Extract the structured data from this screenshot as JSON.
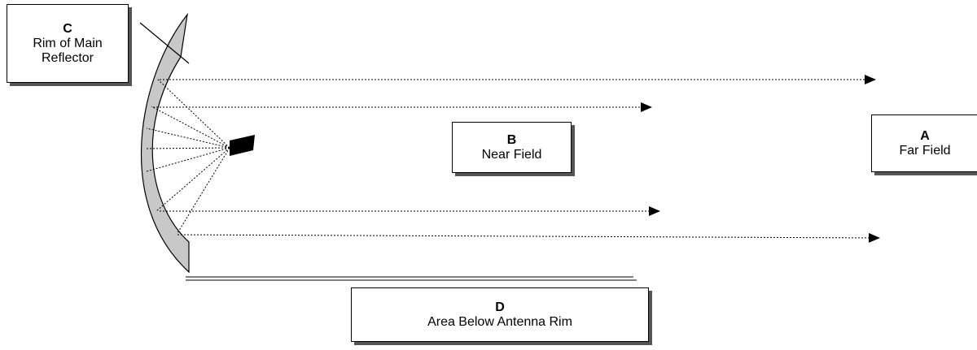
{
  "labels": {
    "c": {
      "letter": "C",
      "text": "Rim of Main Reflector"
    },
    "b": {
      "letter": "B",
      "text": "Near Field"
    },
    "a": {
      "letter": "A",
      "text": "Far Field"
    },
    "d": {
      "letter": "D",
      "text": "Area Below Antenna Rim"
    }
  },
  "colors": {
    "reflector_fill": "#c8c8c8",
    "stroke": "#000000",
    "feed_horn": "#000000",
    "box_shadow": "#555555"
  }
}
